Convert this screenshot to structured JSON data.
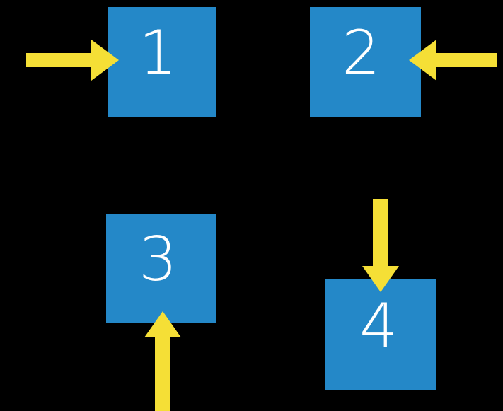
{
  "diagram": {
    "title": "four-node arrow diagram",
    "background_color": "#000000",
    "box_color": "#2488c8",
    "arrow_color": "#f5df36",
    "label_color": "#ffffff",
    "nodes": [
      {
        "id": "1",
        "label": "1",
        "position": "top-left"
      },
      {
        "id": "2",
        "label": "2",
        "position": "top-right"
      },
      {
        "id": "3",
        "label": "3",
        "position": "bottom-left"
      },
      {
        "id": "4",
        "label": "4",
        "position": "bottom-right"
      }
    ],
    "arrows": [
      {
        "id": "arrow-into-1",
        "name": "arrow-right-into-box-1",
        "direction": "right",
        "target": "1"
      },
      {
        "id": "arrow-into-2",
        "name": "arrow-left-into-box-2",
        "direction": "left",
        "target": "2"
      },
      {
        "id": "arrow-into-3",
        "name": "arrow-up-into-box-3",
        "direction": "up",
        "target": "3"
      },
      {
        "id": "arrow-into-4",
        "name": "arrow-down-into-box-4",
        "direction": "down",
        "target": "4"
      }
    ]
  }
}
